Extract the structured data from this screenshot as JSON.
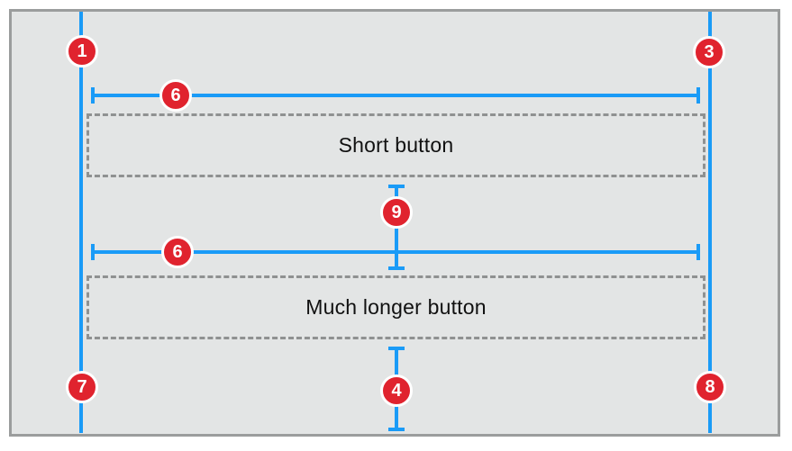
{
  "colors": {
    "canvas_background": "#e3e5e5",
    "frame_border": "#9b9d9d",
    "guide_blue": "#1a9bf7",
    "badge_red": "#e0232e",
    "dashed_gray": "#8f9191",
    "label_text": "#111111"
  },
  "buttons": [
    {
      "label": "Short button"
    },
    {
      "label": "Much longer button"
    }
  ],
  "badges": [
    {
      "label": "1"
    },
    {
      "label": "3"
    },
    {
      "label": "6"
    },
    {
      "label": "9"
    },
    {
      "label": "6"
    },
    {
      "label": "7"
    },
    {
      "label": "4"
    },
    {
      "label": "8"
    }
  ]
}
